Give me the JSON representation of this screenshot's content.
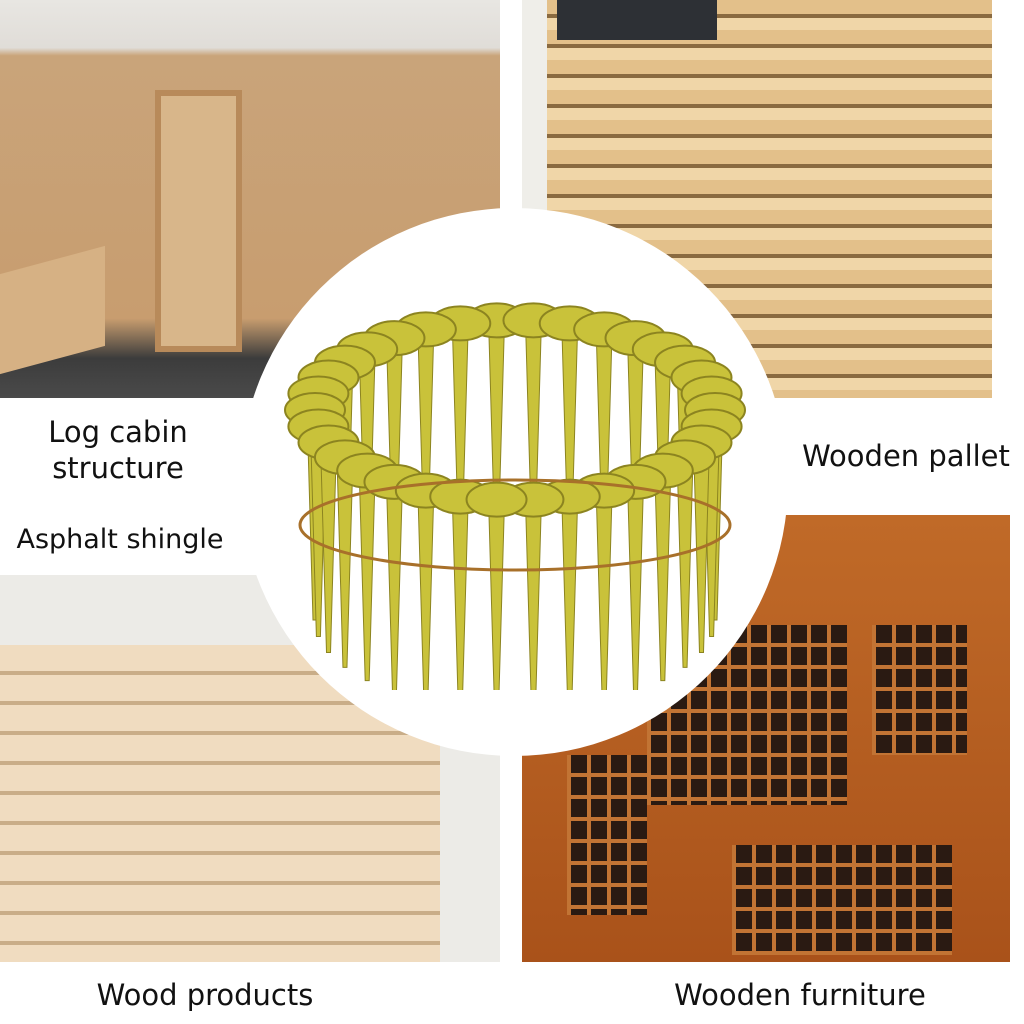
{
  "labels": {
    "log_cabin": "Log cabin structure",
    "asphalt_shingle": "Asphalt shingle",
    "wooden_pallet": "Wooden pallet",
    "wood_products": "Wood products",
    "wooden_furniture": "Wooden furniture"
  },
  "colors": {
    "nail": "#c9c23a",
    "nail_shadow": "#8c8420",
    "wire": "#a8702a"
  }
}
